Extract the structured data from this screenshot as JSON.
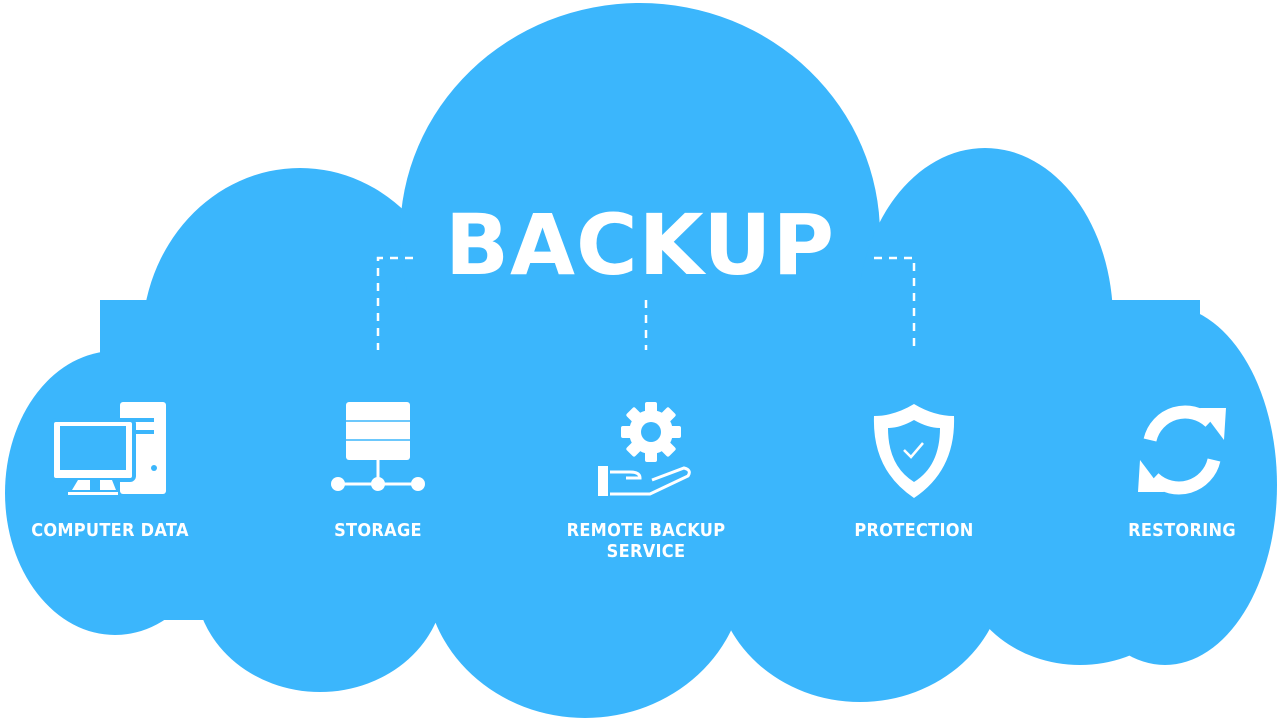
{
  "title": "BACKUP",
  "colors": {
    "cloud": "#3bb6fc",
    "foreground": "#ffffff"
  },
  "items": [
    {
      "label": "COMPUTER DATA",
      "icon": "computer-icon"
    },
    {
      "label": "STORAGE",
      "icon": "storage-network-icon"
    },
    {
      "label": "REMOTE BACKUP SERVICE",
      "icon": "gear-hand-icon"
    },
    {
      "label": "PROTECTION",
      "icon": "shield-check-icon"
    },
    {
      "label": "RESTORING",
      "icon": "refresh-icon"
    }
  ]
}
